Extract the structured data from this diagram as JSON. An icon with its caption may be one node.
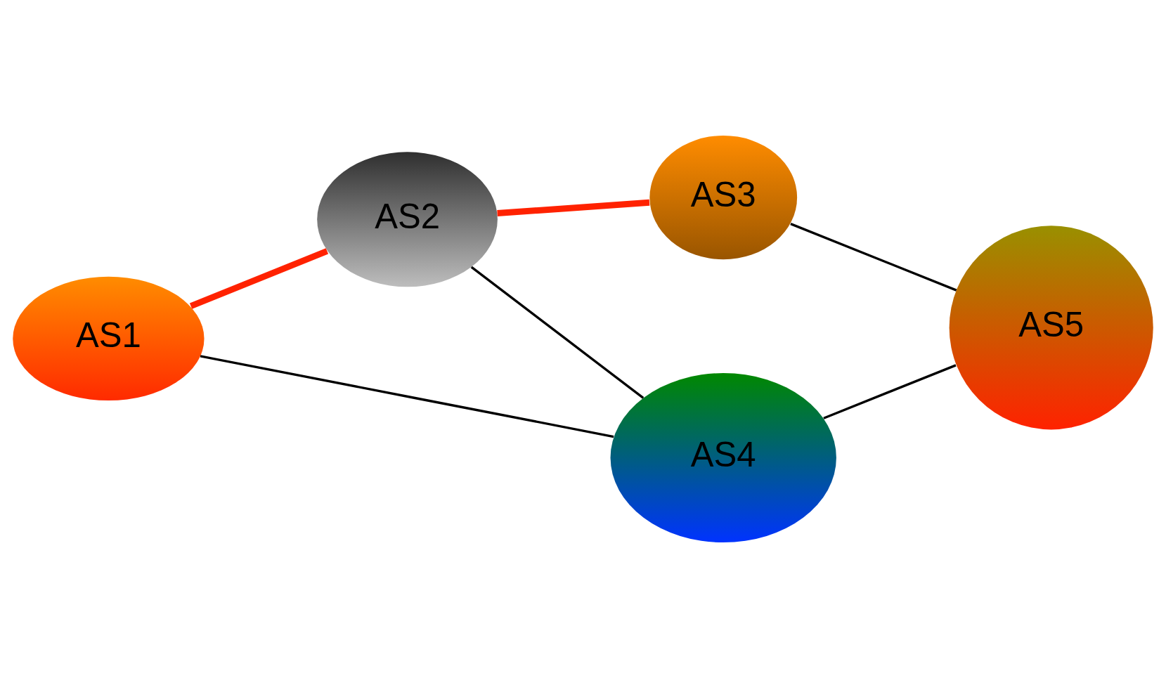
{
  "diagram": {
    "nodes": [
      {
        "text": [
          "AS1"
        ]
      },
      {
        "text": [
          "AS2"
        ]
      },
      {
        "text": [
          "AS3"
        ]
      },
      {
        "text": [
          "AS4"
        ]
      },
      {
        "text": [
          "AS5"
        ]
      }
    ],
    "edges": [
      {
        "from": 0,
        "to": 1,
        "arrow": "none",
        "style": "thick",
        "color": "#ff2200"
      },
      {
        "from": 1,
        "to": 2,
        "arrow": "none",
        "style": "thick",
        "color": "#ff2200"
      },
      {
        "from": 0,
        "to": 3,
        "arrow": "none"
      },
      {
        "from": 1,
        "to": 3,
        "arrow": "none"
      },
      {
        "from": 3,
        "to": 4,
        "arrow": "none"
      },
      {
        "from": 2,
        "to": 4,
        "arrow": "none"
      }
    ]
  }
}
